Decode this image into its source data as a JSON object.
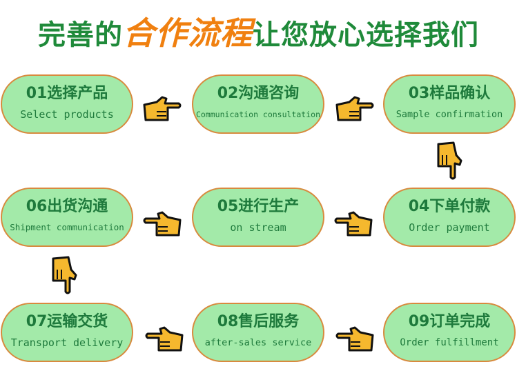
{
  "title": {
    "pre": "完善的",
    "highlight": "合作流程",
    "post": "让您放心选择我们"
  },
  "steps": [
    {
      "cn": "01选择产品",
      "en": "Select products"
    },
    {
      "cn": "02沟通咨询",
      "en": "Communication consultation"
    },
    {
      "cn": "03样品确认",
      "en": "Sample confirmation"
    },
    {
      "cn": "04下单付款",
      "en": "Order payment"
    },
    {
      "cn": "05进行生产",
      "en": "on stream"
    },
    {
      "cn": "06出货沟通",
      "en": "Shipment communication"
    },
    {
      "cn": "07运输交货",
      "en": "Transport delivery"
    },
    {
      "cn": "08售后服务",
      "en": "after-sales service"
    },
    {
      "cn": "09订单完成",
      "en": "Order fulfillment"
    }
  ],
  "colors": {
    "fill": "#a3eaa9",
    "border": "#d88a3e",
    "text": "#1e7a3c",
    "hand": "#f5b82e"
  }
}
